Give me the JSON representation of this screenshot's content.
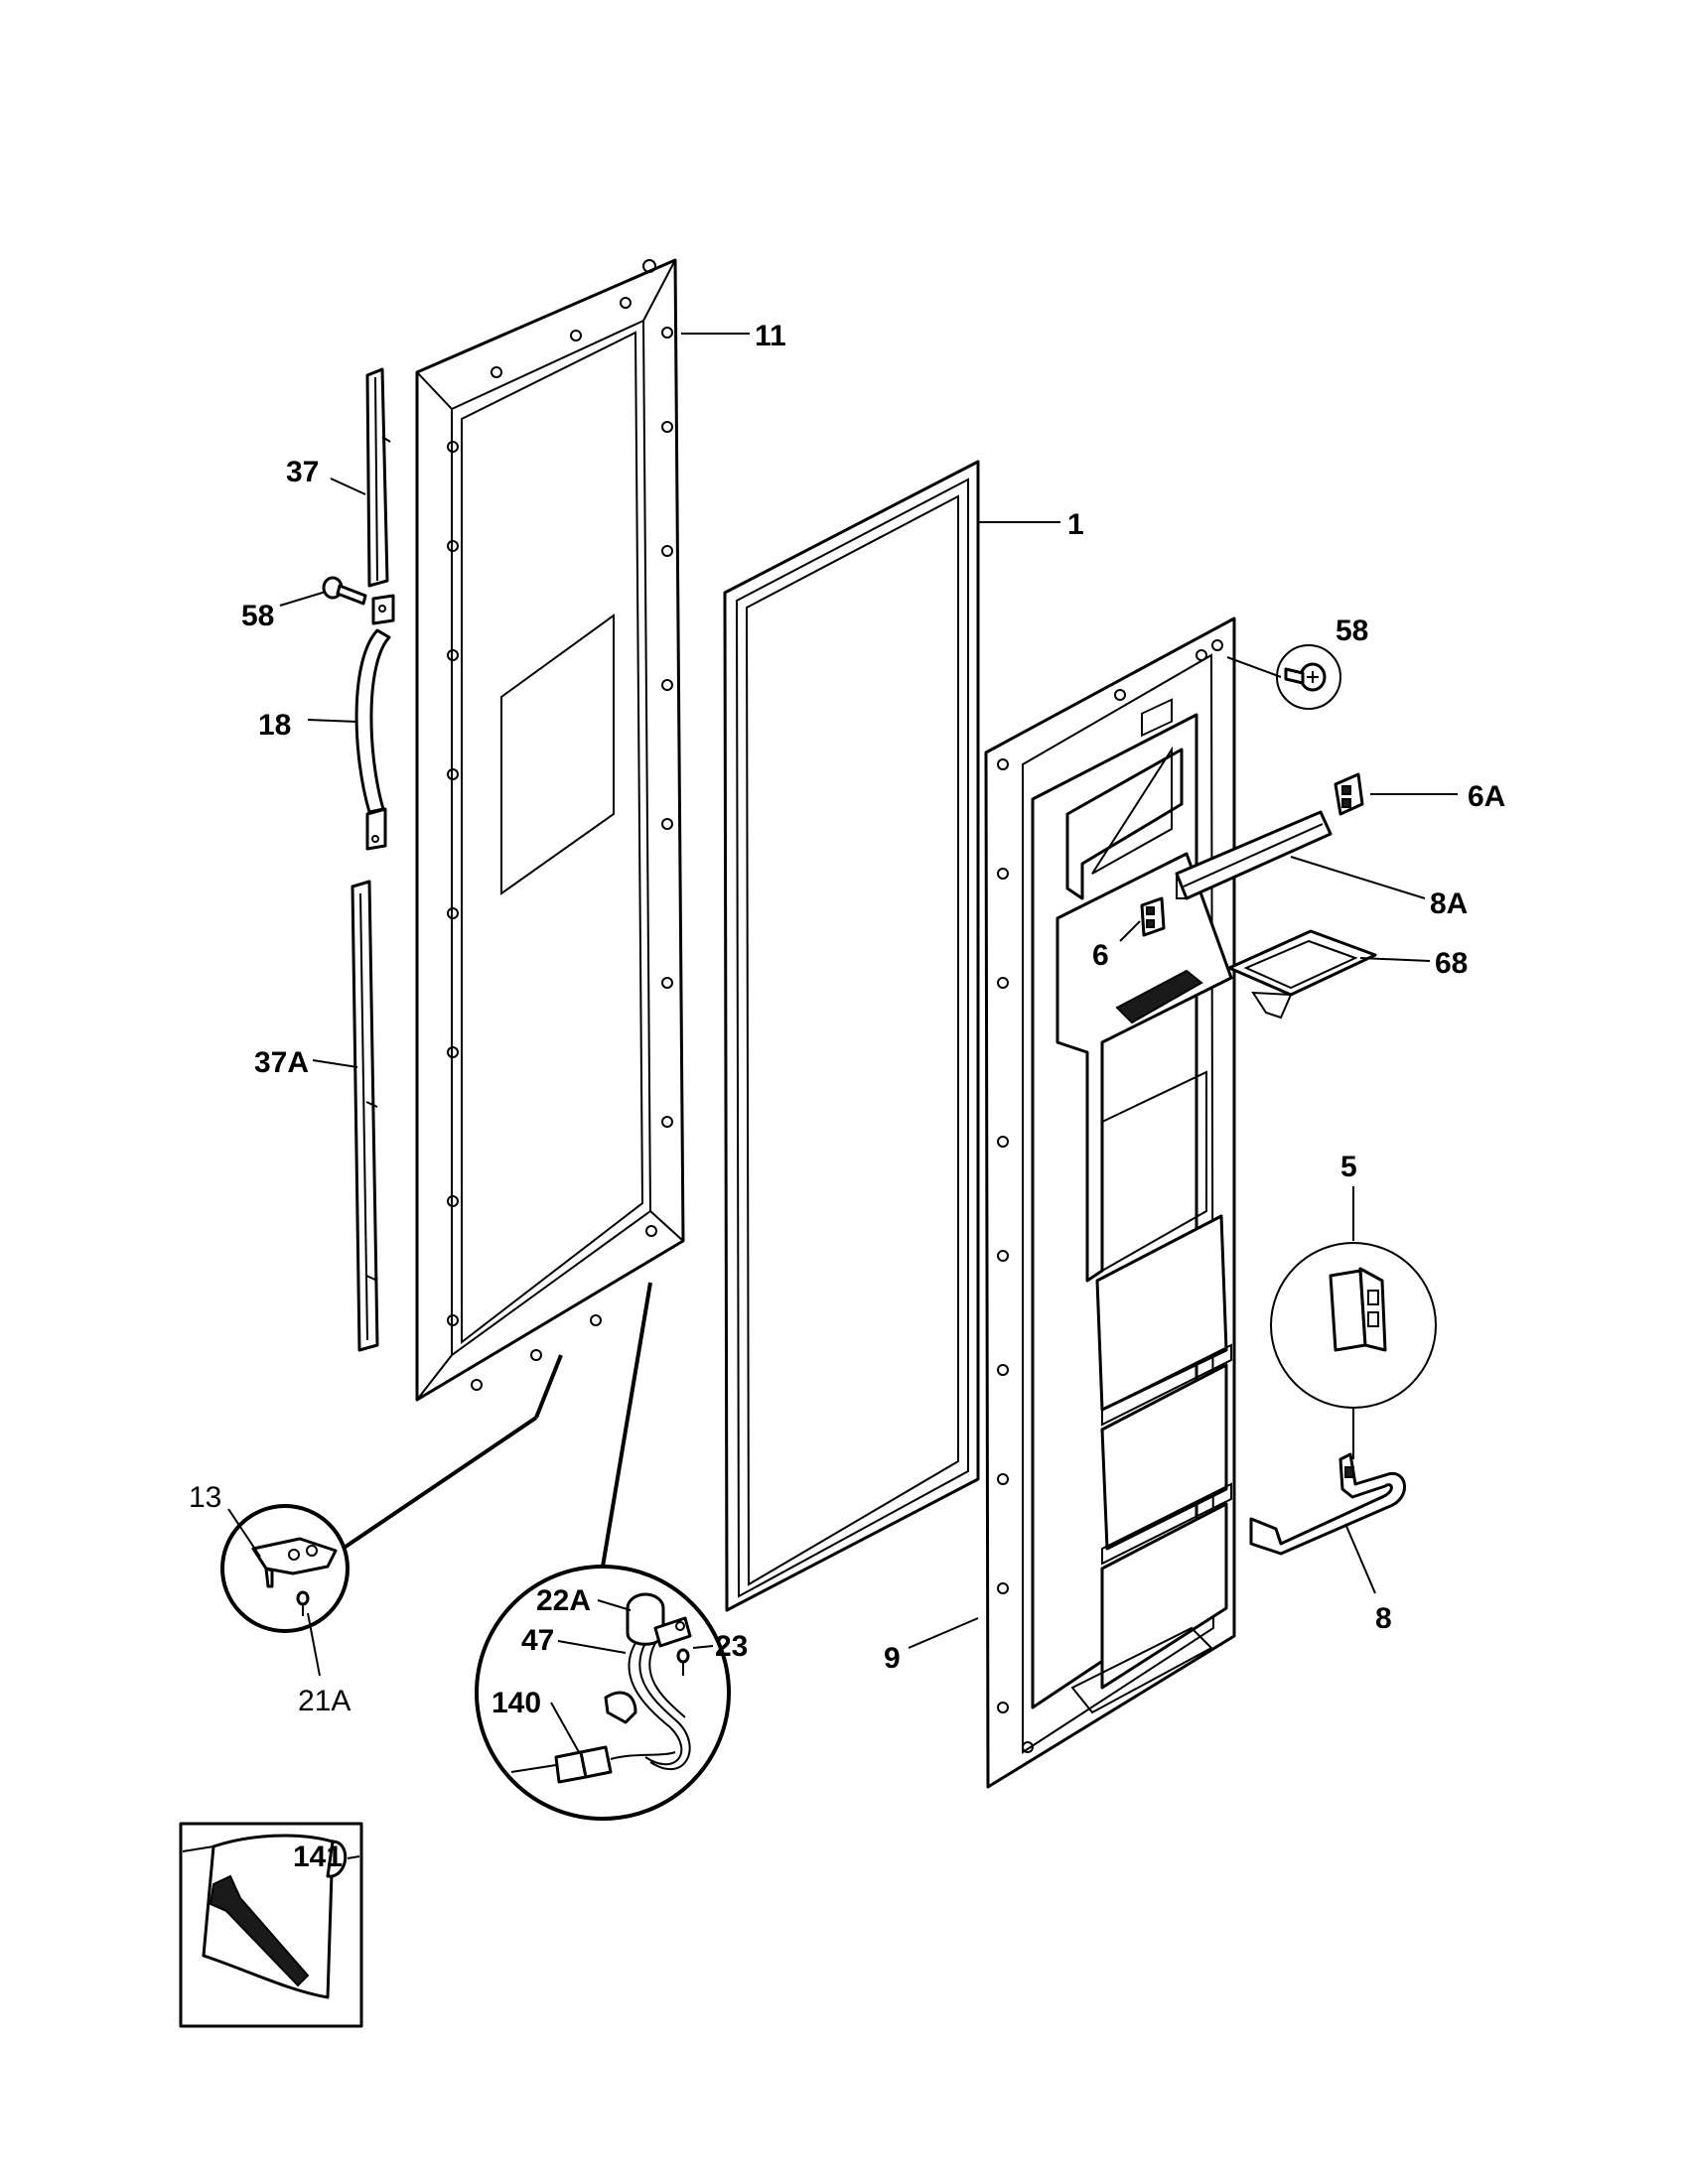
{
  "labels": {
    "p11": "11",
    "p37": "37",
    "p58a": "58",
    "p18": "18",
    "p37a": "37A",
    "p1": "1",
    "p58b": "58",
    "p6a": "6A",
    "p8a": "8A",
    "p6": "6",
    "p68": "68",
    "p5": "5",
    "p8": "8",
    "p9": "9",
    "p13": "13",
    "p21a": "21A",
    "p22a": "22A",
    "p47": "47",
    "p23": "23",
    "p140": "140",
    "p141": "141"
  },
  "colors": {
    "line": "#000000",
    "background": "#ffffff"
  }
}
